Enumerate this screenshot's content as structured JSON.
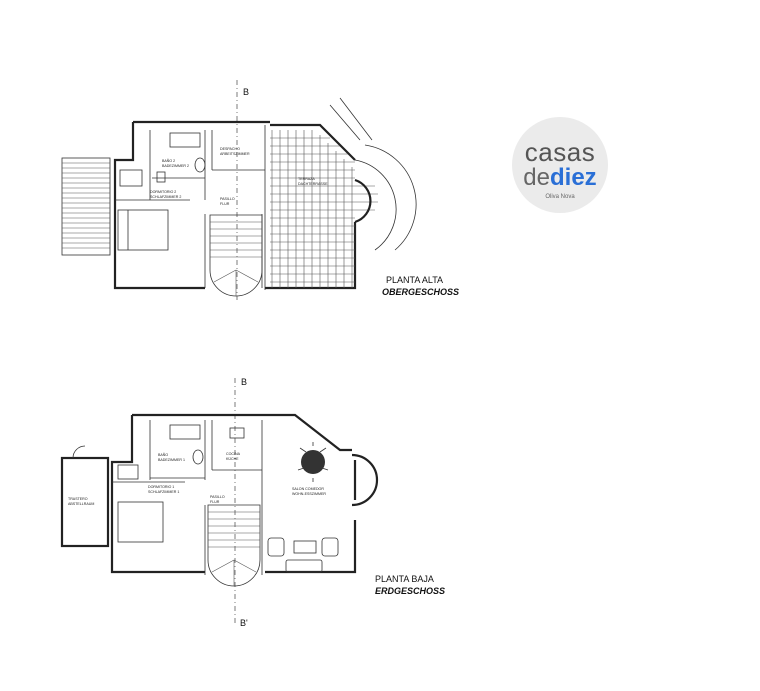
{
  "logo": {
    "line1": "casas",
    "line2a": "de",
    "line2b": "diez",
    "line3": "Oliva Nova",
    "brand_color": "#2a6fd6"
  },
  "upper_floor": {
    "title": "PLANTA ALTA",
    "subtitle": "OBERGESCHOSS",
    "section_mark": "B",
    "rooms": [
      {
        "es": "BAÑO 2",
        "de": "BADEZIMMER 2"
      },
      {
        "es": "DESPACHO",
        "de": "ARBEITSZIMMER"
      },
      {
        "es": "DORMITORIO 2",
        "de": "SCHLAFZIMMER 2"
      },
      {
        "es": "PASILLO",
        "de": "FLUR"
      },
      {
        "es": "TERRAZA",
        "de": "DACHTERRASSE"
      }
    ]
  },
  "lower_floor": {
    "title": "PLANTA BAJA",
    "subtitle": "ERDGESCHOSS",
    "section_mark_top": "B",
    "section_mark_bottom": "B'",
    "rooms": [
      {
        "es": "TRASTERO",
        "de": "ABSTELLRAUM"
      },
      {
        "es": "BAÑO",
        "de": "BADEZIMMER 1"
      },
      {
        "es": "DORMITORIO 1",
        "de": "SCHLAFZIMMER 1"
      },
      {
        "es": "COCINA",
        "de": "KÜCHE"
      },
      {
        "es": "PASILLO",
        "de": "FLUR"
      },
      {
        "es": "SALON COMEDOR",
        "de": "WOHN-ESSZIMMER"
      }
    ]
  }
}
